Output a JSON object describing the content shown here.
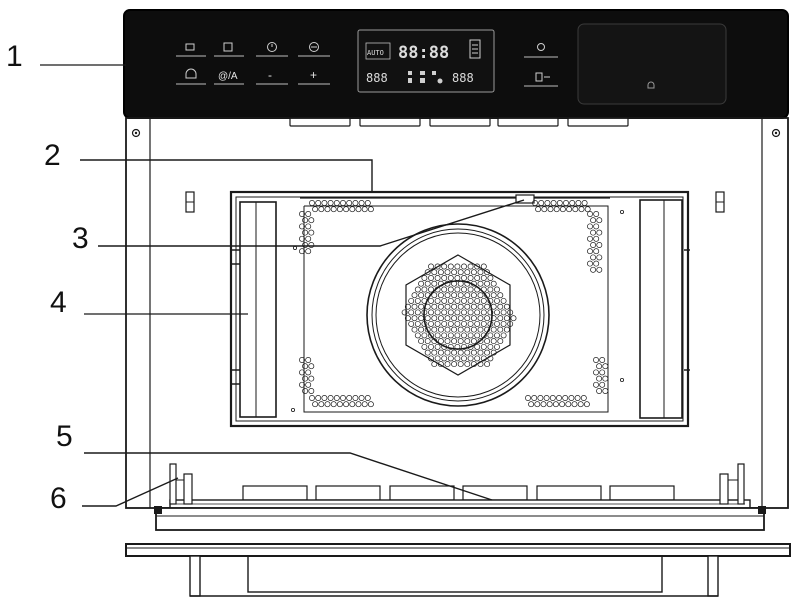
{
  "callouts": [
    {
      "label": "1",
      "part": "control-panel"
    },
    {
      "label": "2",
      "part": "cavity-top"
    },
    {
      "label": "3",
      "part": "waveguide-cover"
    },
    {
      "label": "4",
      "part": "side-wall"
    },
    {
      "label": "5",
      "part": "door-seal"
    },
    {
      "label": "6",
      "part": "hinge"
    }
  ],
  "panel": {
    "display_main": "88:88",
    "display_left": "888",
    "display_right": "888",
    "display_icon_text": "AUTO",
    "key_labels": [
      "",
      "",
      "",
      "",
      "",
      "@/A",
      "-",
      "+"
    ],
    "right_key_labels": [
      "",
      "",
      ""
    ]
  }
}
